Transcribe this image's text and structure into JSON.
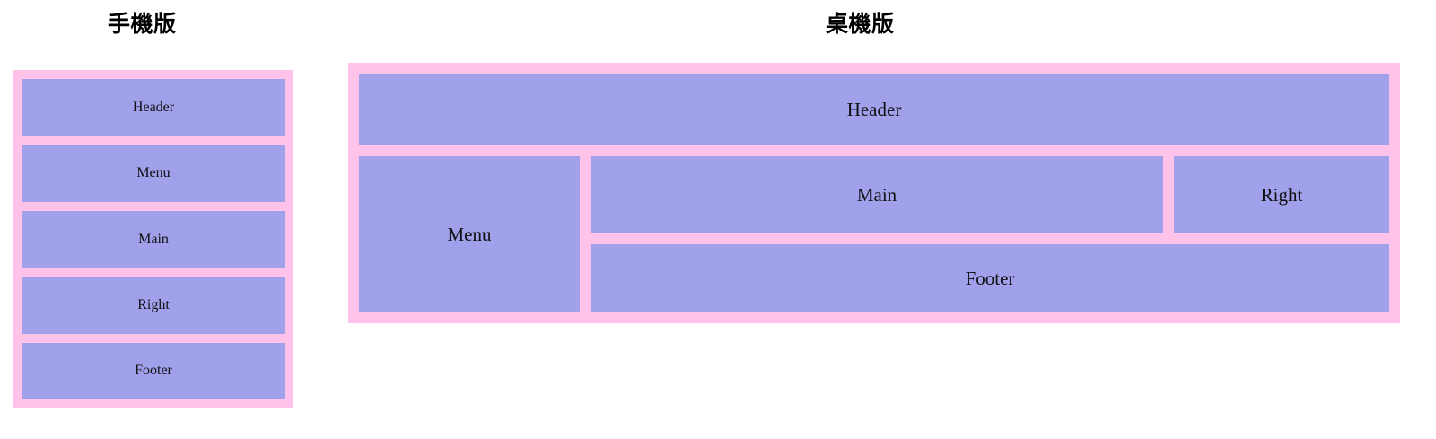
{
  "titles": {
    "mobile": "手機版",
    "desktop": "桌機版"
  },
  "colors": {
    "frame_pink": "#ffc2e9",
    "cell_purple": "#a0a0eb",
    "text": "#101010",
    "page_background": "#ffffff"
  },
  "mobile_layout": {
    "label": "手機版",
    "regions": [
      {
        "name": "header",
        "label": "Header"
      },
      {
        "name": "menu",
        "label": "Menu"
      },
      {
        "name": "main",
        "label": "Main"
      },
      {
        "name": "right",
        "label": "Right"
      },
      {
        "name": "footer",
        "label": "Footer"
      }
    ]
  },
  "desktop_layout": {
    "label": "桌機版",
    "regions": [
      {
        "name": "header",
        "label": "Header"
      },
      {
        "name": "menu",
        "label": "Menu"
      },
      {
        "name": "main",
        "label": "Main"
      },
      {
        "name": "right",
        "label": "Right"
      },
      {
        "name": "footer",
        "label": "Footer"
      }
    ]
  }
}
